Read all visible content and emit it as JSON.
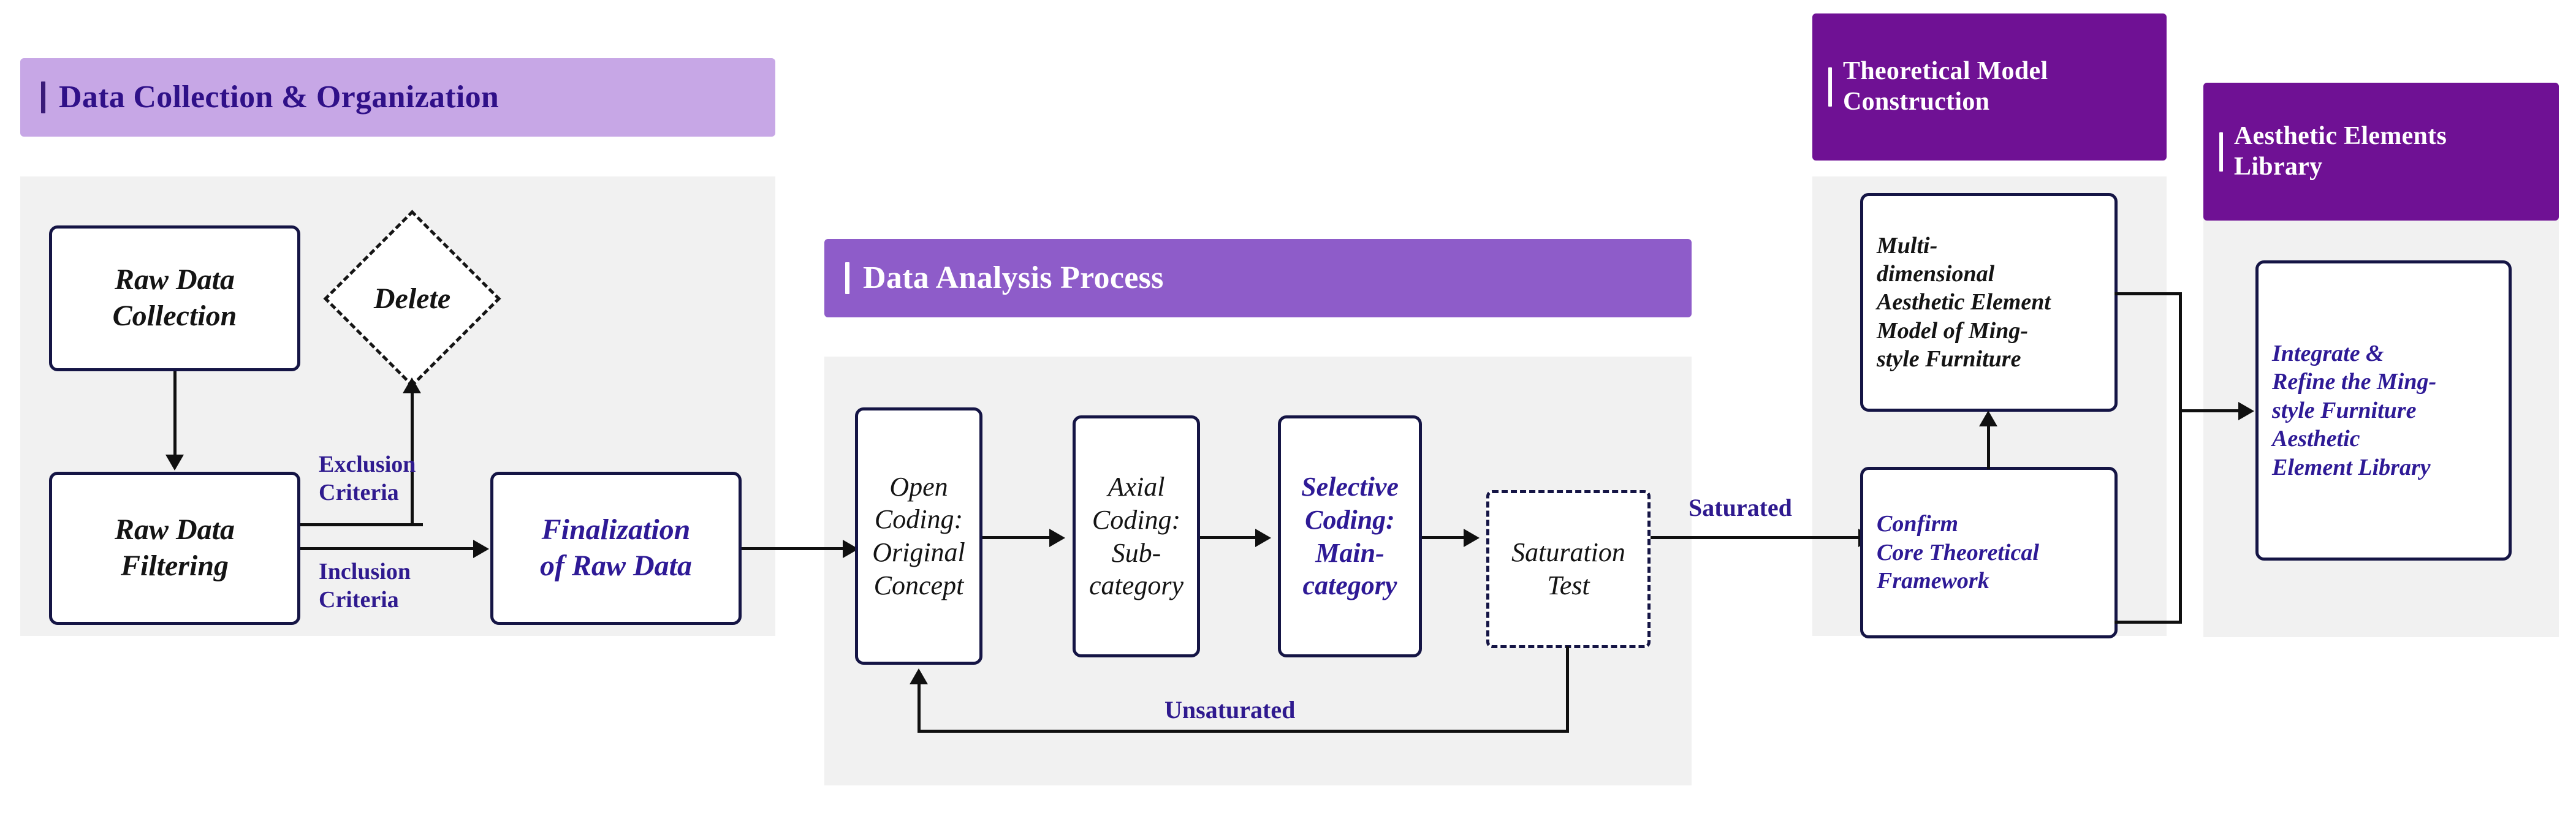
{
  "diagram": {
    "title": "Research Framework Flowchart",
    "colors": {
      "light_purple": "#c7a7e6",
      "mid_purple": "#8e5cc9",
      "dark_purple": "#6f1194",
      "panel_gray": "#f1f1f1",
      "node_border": "#151545",
      "accent_text": "#2e1a96"
    }
  },
  "sections": {
    "data_collection": {
      "title": "Data Collection & Organization"
    },
    "data_analysis": {
      "title": "Data Analysis Process"
    },
    "theoretical": {
      "title": "Theoretical Model\nConstruction"
    },
    "library": {
      "title": "Aesthetic Elements\nLibrary"
    }
  },
  "nodes": {
    "raw_data_collection": {
      "label": "Raw Data\nCollection"
    },
    "delete": {
      "label": "Delete"
    },
    "raw_data_filtering": {
      "label": "Raw Data\nFiltering"
    },
    "finalization": {
      "label": "Finalization\nof Raw Data"
    },
    "open_coding": {
      "label": "Open\nCoding:\nOriginal\nConcept"
    },
    "axial_coding": {
      "label": "Axial\nCoding:\nSub-\ncategory"
    },
    "selective_coding": {
      "label": "Selective\nCoding:\nMain-\ncategory"
    },
    "saturation_test": {
      "label": "Saturation\nTest"
    },
    "multi_model": {
      "label": "Multi-\ndimensional\nAesthetic Element\nModel of Ming-\nstyle Furniture"
    },
    "confirm_framework": {
      "label": "Confirm\nCore Theoretical\nFramework"
    },
    "integrate_refine": {
      "label": "Integrate &\nRefine the Ming-\nstyle Furniture\nAesthetic\nElement Library"
    }
  },
  "edge_labels": {
    "exclusion": "Exclusion\nCriteria",
    "inclusion": "Inclusion\nCriteria",
    "saturated": "Saturated",
    "unsaturated": "Unsaturated"
  }
}
